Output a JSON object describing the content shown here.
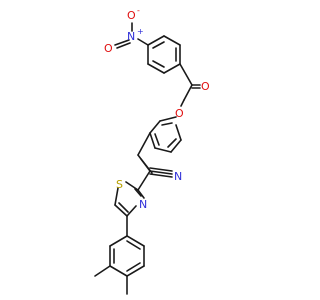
{
  "colors": {
    "bond": "#1a1a1a",
    "nitrogen": "#2f2fd8",
    "oxygen": "#e01010",
    "sulfur": "#b8a000",
    "background": "#ffffff"
  },
  "atom_labels": {
    "nitro_o_minus": "O",
    "nitro_minus_sign": "-",
    "nitro_n_plus": "N",
    "nitro_plus_sign": "+",
    "nitro_o_double": "O",
    "ketone_o": "O",
    "ether_o": "O",
    "nitrile_n": "N",
    "thiazole_s": "S",
    "thiazole_n": "N"
  }
}
